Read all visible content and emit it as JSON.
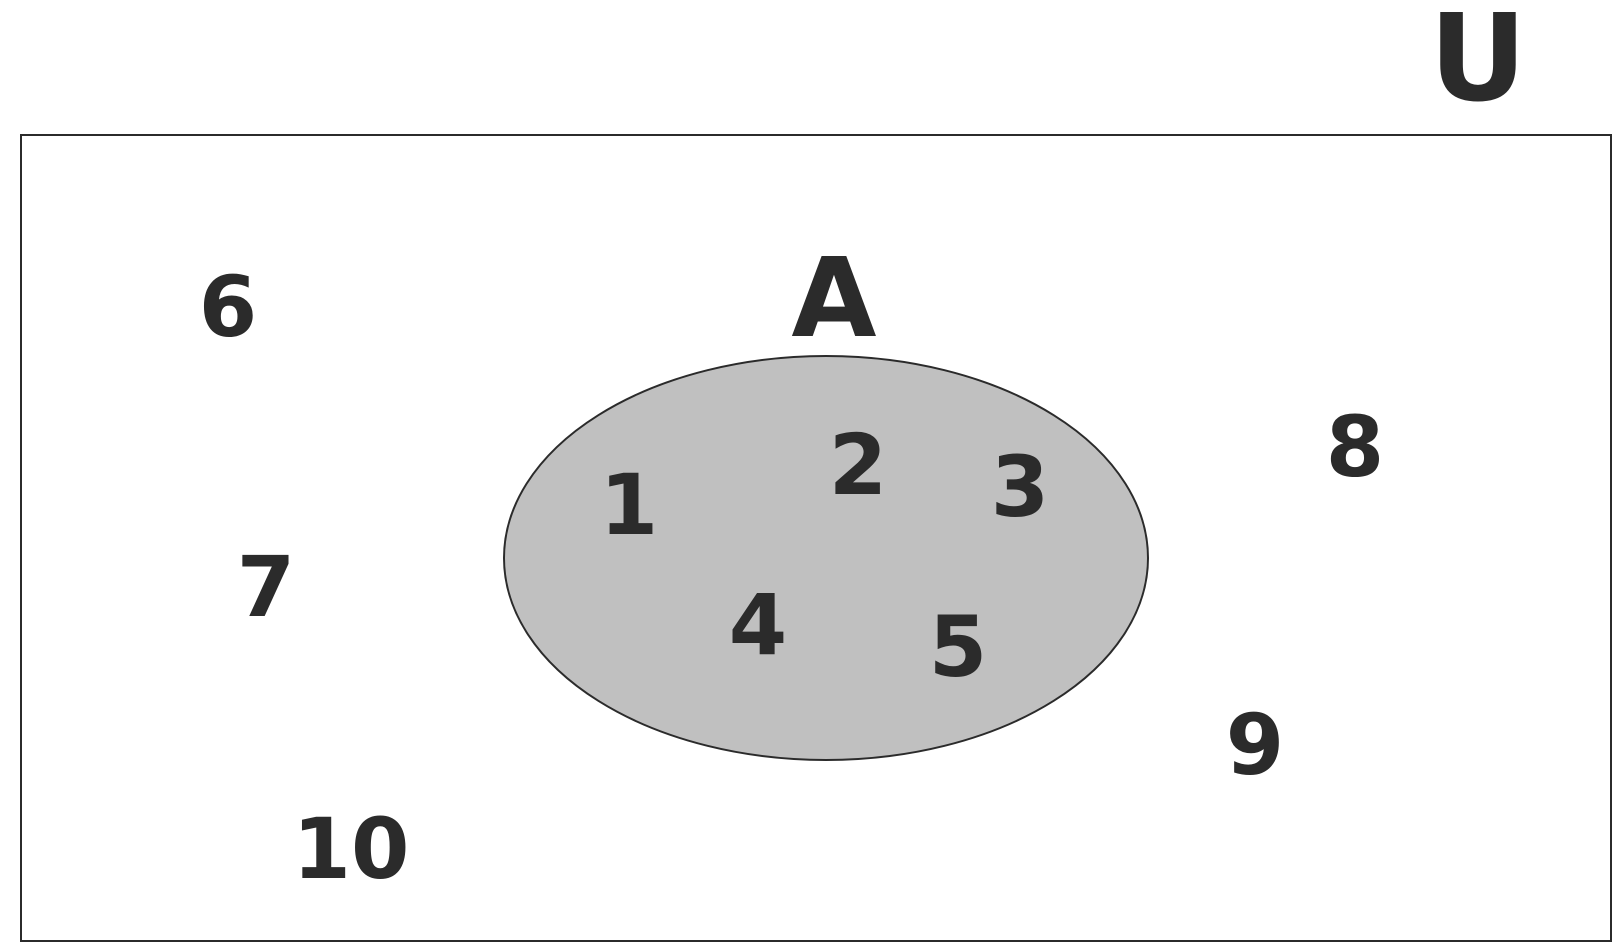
{
  "universe": {
    "label": "U",
    "elements_outside": [
      "6",
      "7",
      "8",
      "9",
      "10"
    ]
  },
  "set_a": {
    "label": "A",
    "elements": [
      "1",
      "2",
      "3",
      "4",
      "5"
    ]
  },
  "colors": {
    "set_fill": "#c0c0c0",
    "stroke": "#2b2b2b",
    "text": "#2b2b2b",
    "background": "#ffffff"
  }
}
